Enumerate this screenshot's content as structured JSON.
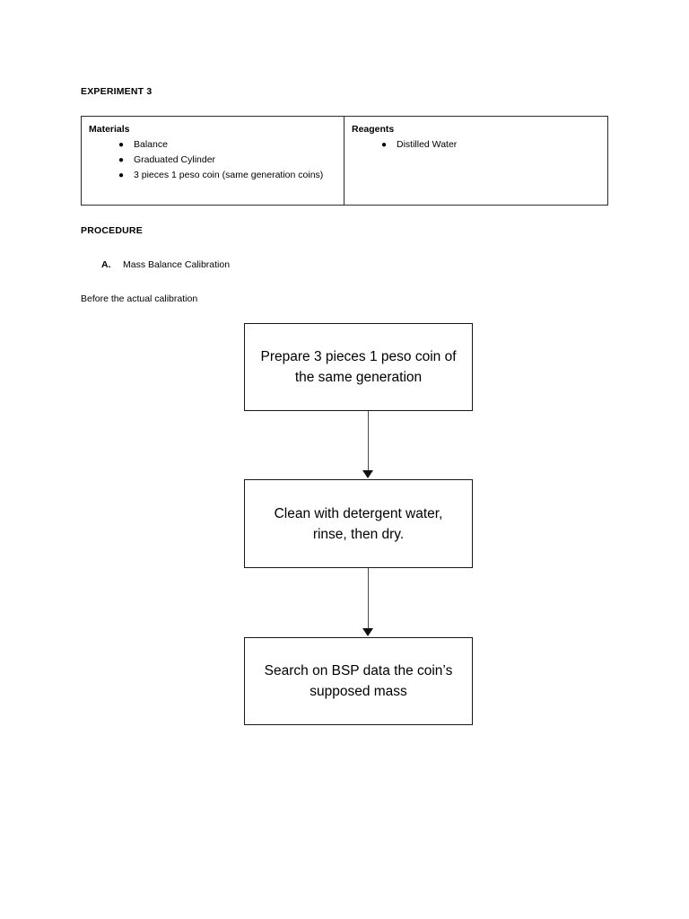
{
  "document": {
    "title": "EXPERIMENT 3",
    "procedure_heading": "PROCEDURE",
    "intro_line": "Before the actual calibration",
    "section_a": {
      "marker": "A.",
      "label": "Mass Balance Calibration"
    }
  },
  "materials_table": {
    "columns": [
      {
        "heading": "Materials",
        "items": [
          "Balance",
          "Graduated Cylinder",
          "3 pieces 1 peso coin (same generation coins)"
        ]
      },
      {
        "heading": "Reagents",
        "items": [
          "Distilled Water"
        ]
      }
    ],
    "bullet_glyph": "●"
  },
  "flowchart": {
    "steps": [
      {
        "text": "Prepare 3 pieces 1 peso coin of the same generation"
      },
      {
        "text": "Clean with detergent water, rinse, then dry."
      },
      {
        "text": "Search on BSP data the coin’s supposed mass"
      }
    ],
    "connector_color": "#4a4a4a",
    "box_border_color": "#171717"
  }
}
